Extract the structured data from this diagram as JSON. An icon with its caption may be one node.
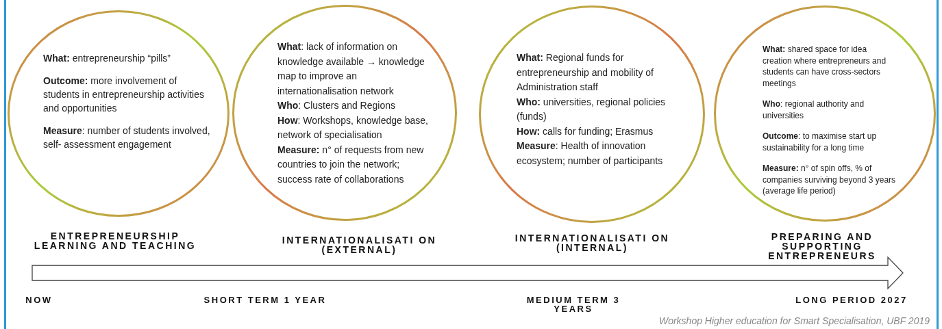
{
  "diagram": {
    "caption": "Workshop Higher education for Smart Specialisation, UBF 2019",
    "nodes": [
      {
        "text": [
          "**What:** entrepreneurship “pills”",
          "**Outcome:** more involvement of students in entrepreneurship activities and opportunities",
          "**Measure**: number of students involved, self- assessment engagement"
        ],
        "beside": [
          "ENTREPRENEURSHIP LEARNING AND TEACHING"
        ]
      },
      {
        "text": [
          "**What**: lack of information on knowledge available → knowledge map to improve an internationalisation network",
          "**Who**:  Clusters and Regions",
          "**How**: Workshops,  knowledge base, network of specialisation",
          "**Measure:** n° of requests from new countries to join the network; success rate of collaborations"
        ],
        "beside": [
          "INTERNATIONALISATI ON (EXTERNAL)"
        ]
      },
      {
        "text": [
          "**What:**  Regional funds for entrepreneurship and mobility of Administration staff",
          "**Who:**  universities, regional policies (funds)",
          "**How:** calls for funding; Erasmus",
          "**Measure**: Health of innovation ecosystem; number of participants"
        ],
        "beside": [
          "INTERNATIONALISATI ON (INTERNAL)"
        ]
      },
      {
        "text": [
          "**What:** shared space for idea creation where entrepreneurs and students can have cross-sectors meetings",
          "**Who**: regional authority and universities",
          "**Outcome**: to maximise start up sustainability for a long time",
          "**Measure:** n° of spin offs, % of companies surviving beyond 3 years (average life period)"
        ],
        "beside": [
          "PREPARING AND SUPPORTING ENTREPRENEURS"
        ]
      }
    ],
    "labels": [
      "NOW",
      "SHORT TERM 1 YEAR",
      "MEDIUM TERM 3 YEARS",
      "LONG PERIOD 2027"
    ]
  }
}
